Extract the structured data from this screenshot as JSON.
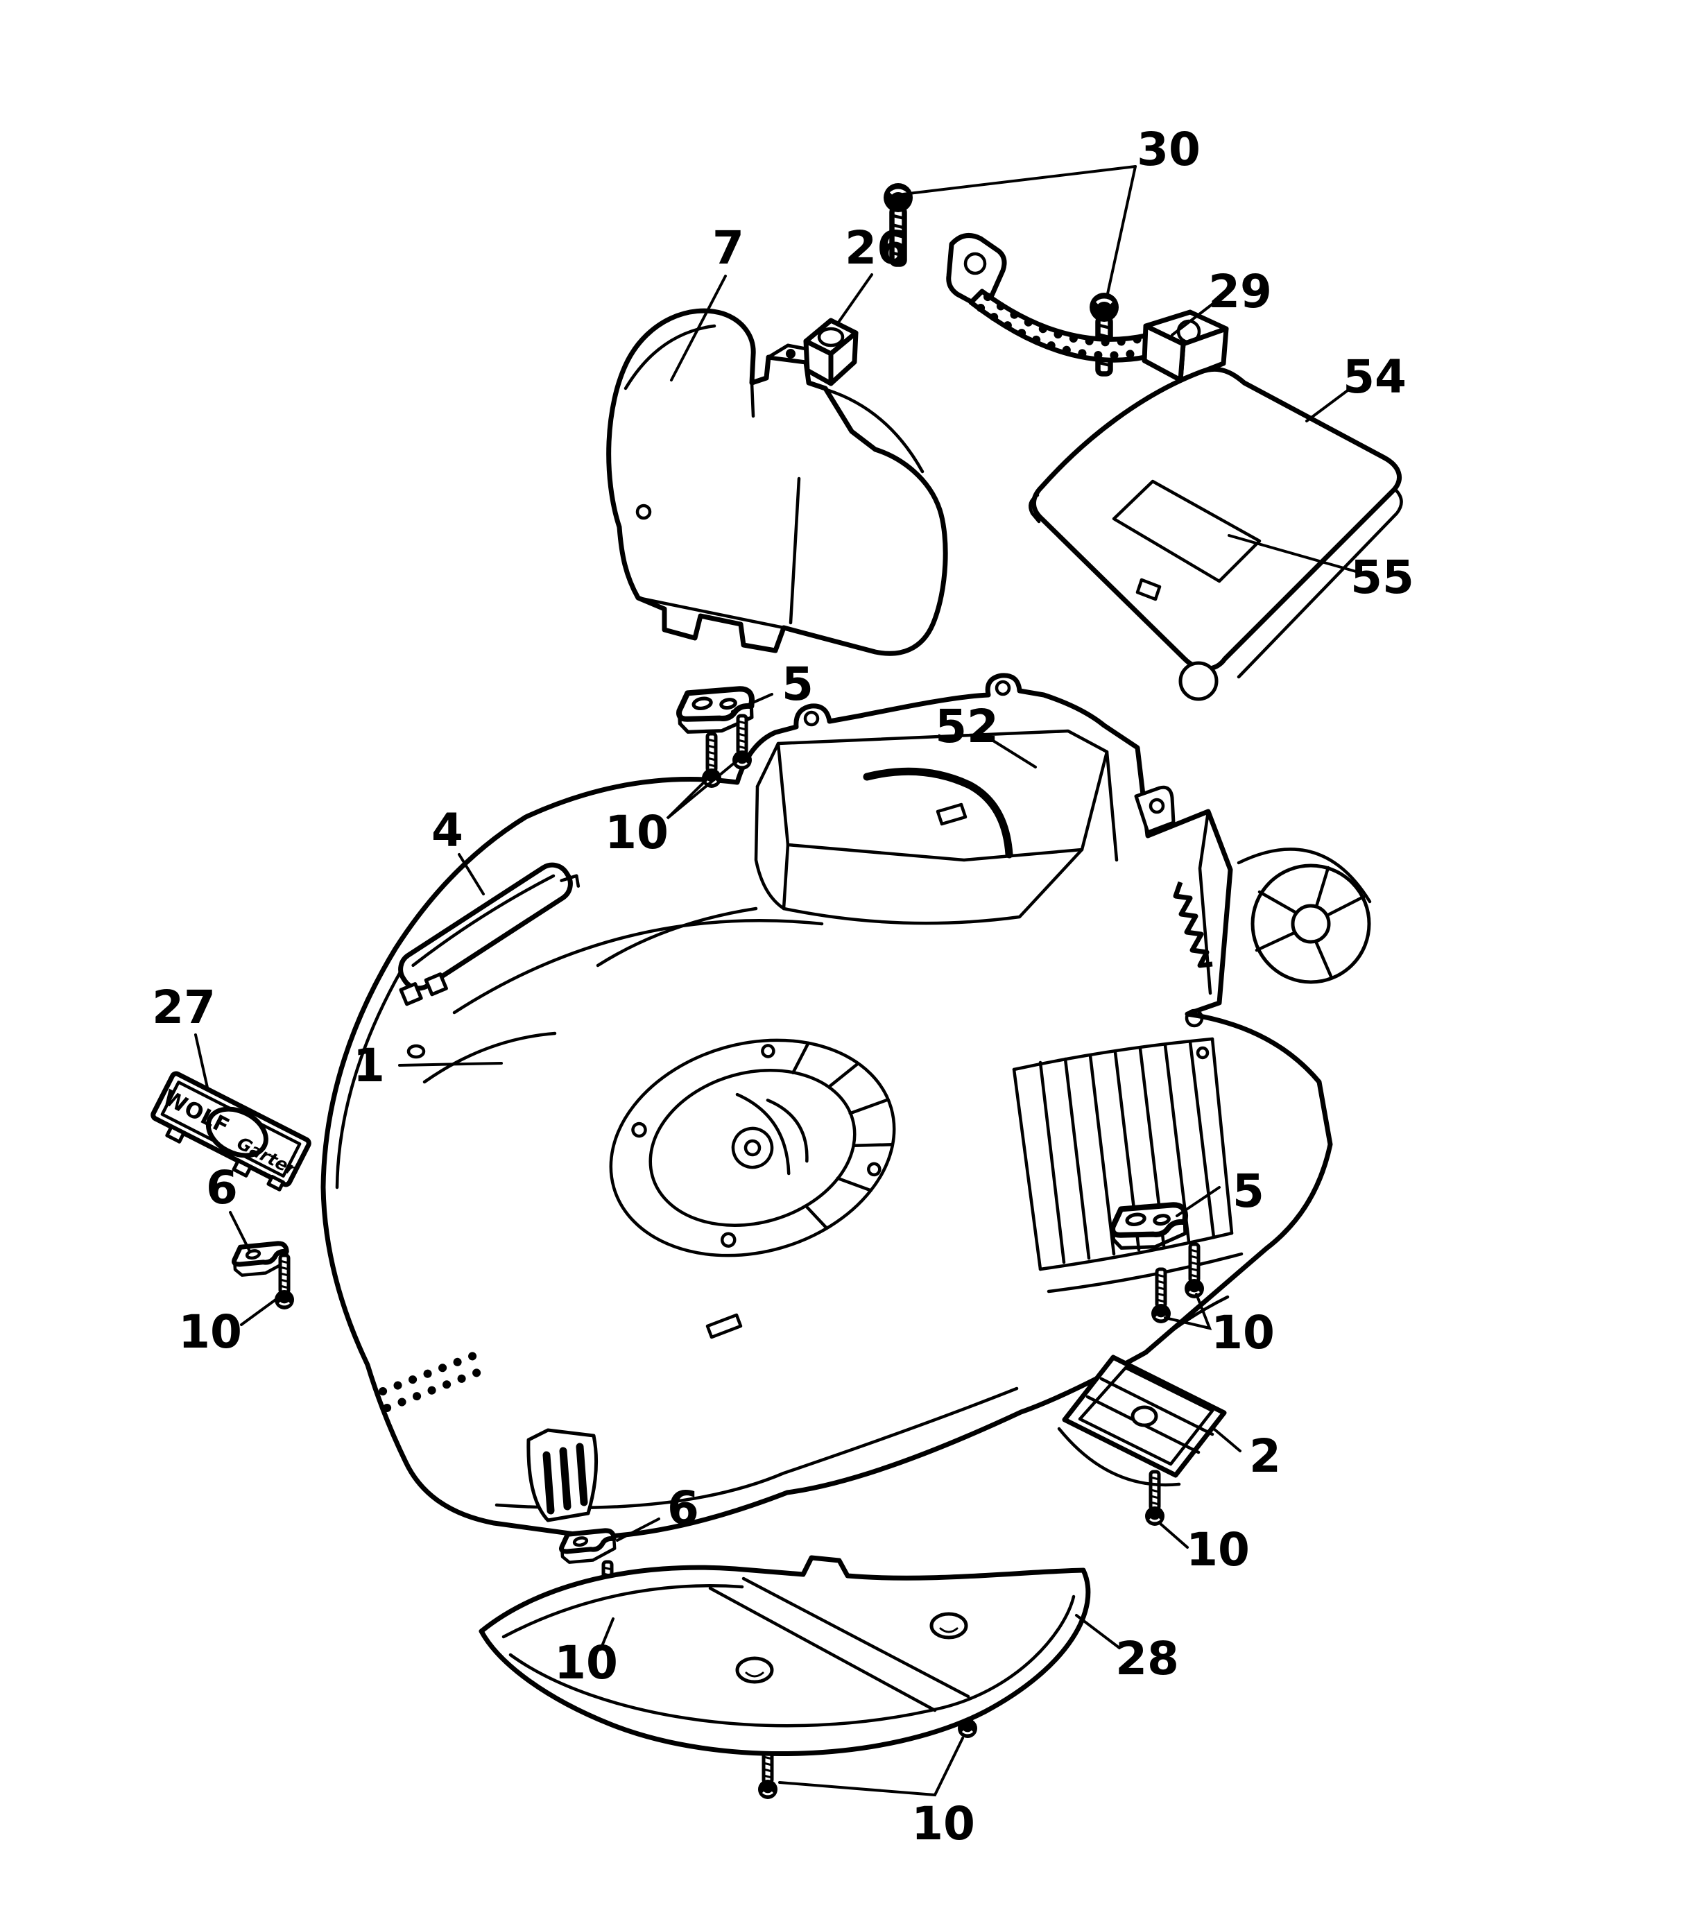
{
  "figure": {
    "type": "exploded-parts-diagram",
    "subject": "lawn mower deck housing assembly",
    "colors": {
      "ink": "#000000",
      "paper": "#ffffff"
    }
  },
  "badge": {
    "brand": "WOLF",
    "series": "Garten"
  },
  "callouts": {
    "c30": {
      "text": "30"
    },
    "c7": {
      "text": "7"
    },
    "c26": {
      "text": "26"
    },
    "c29": {
      "text": "29"
    },
    "c54": {
      "text": "54"
    },
    "c55": {
      "text": "55"
    },
    "c5a": {
      "text": "5"
    },
    "c52": {
      "text": "52"
    },
    "c10a": {
      "text": "10"
    },
    "c4": {
      "text": "4"
    },
    "c27": {
      "text": "27"
    },
    "c1": {
      "text": "1"
    },
    "c6a": {
      "text": "6"
    },
    "c10b": {
      "text": "10"
    },
    "c5b": {
      "text": "5"
    },
    "c10c": {
      "text": "10"
    },
    "c2": {
      "text": "2"
    },
    "c6b": {
      "text": "6"
    },
    "c10d": {
      "text": "10"
    },
    "c28": {
      "text": "28"
    },
    "c10e": {
      "text": "10"
    },
    "c10f": {
      "text": "10"
    }
  }
}
